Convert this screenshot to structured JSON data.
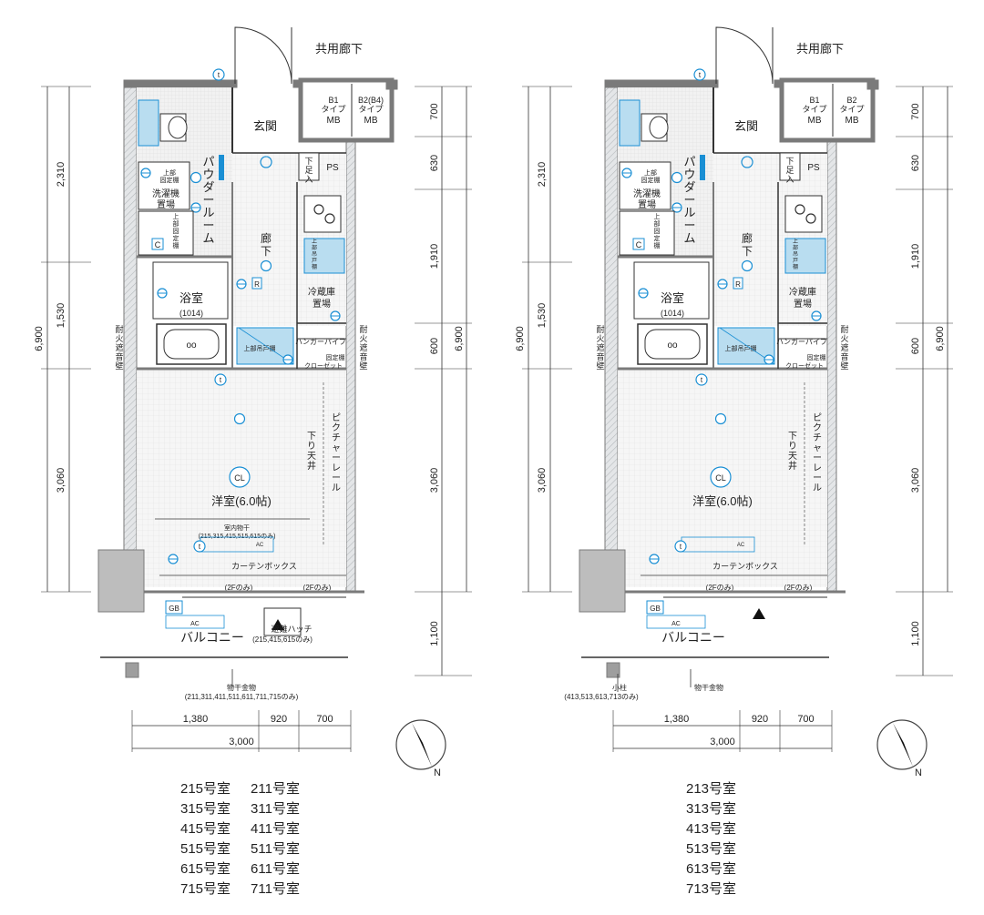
{
  "colors": {
    "wall": "#7a7a7a",
    "hatch": "#cfd3d6",
    "floor_grid": "#eeeeee",
    "accent_blue": "#1a8fd4",
    "storage_fill": "#b9ddf0",
    "line": "#333333"
  },
  "icons": [
    "compass-arrow-icon",
    "lighting-fixture-icon",
    "outlet-icon",
    "ventilation-icon"
  ],
  "plans": [
    {
      "id": "left",
      "corridor": "共用廊下",
      "mb": [
        {
          "type": "B1",
          "sub": "タイプ",
          "label": "MB"
        },
        {
          "type": "B2(B4)",
          "sub": "タイプ",
          "label": "MB"
        }
      ],
      "rooms": {
        "entrance": "玄関",
        "shoe_storage": "下足入",
        "ps": "PS",
        "powder": "パウダールーム",
        "hall": "廊下",
        "washer": "洗濯機置場",
        "washer_shelf": "上部固定棚",
        "upper_shelf": "上部固定棚",
        "upper_cabinet": "上部吊戸棚",
        "fridge": "冷蔵庫置場",
        "bath": "浴室",
        "bath_size": "(1014)",
        "hanger": "ハンガーパイプ",
        "closet_shelf": "固定棚",
        "closet": "クローゼット",
        "upper_cabinet2": "上部吊戸棚",
        "fire_wall_left": "耐火遮音壁",
        "fire_wall_right": "耐火遮音壁",
        "picture_rail": "ピクチャーレール",
        "lowered_ceiling": "下り天井",
        "western": "洋室(6.0帖)",
        "cl": "CL",
        "dryer": "室内物干",
        "dryer_note": "(215,315,415,515,615のみ)",
        "curtain_box": "カーテンボックス",
        "only_2f_left": "(2Fのみ)",
        "only_2f_right": "(2Fのみ)",
        "balcony": "バルコニー",
        "gb": "GB",
        "ac": "AC",
        "hatch": "避難ハッチ",
        "hatch_note": "(215,415,615のみ)",
        "hanger_metal": "物干金物",
        "hanger_metal_note": "(211,311,411,511,611,711,715のみ)"
      },
      "dims_left": [
        "2,310",
        "1,530",
        "3,060"
      ],
      "dims_left_total": "6,900",
      "dims_right": [
        "700",
        "630",
        "1,910",
        "600",
        "3,060",
        "1,100"
      ],
      "dims_right_total": "6,900",
      "dims_bottom": [
        "1,380",
        "920",
        "700"
      ],
      "dims_bottom_total": "3,000",
      "unit_labels": [
        [
          "215号室",
          "211号室"
        ],
        [
          "315号室",
          "311号室"
        ],
        [
          "415号室",
          "411号室"
        ],
        [
          "515号室",
          "511号室"
        ],
        [
          "615号室",
          "611号室"
        ],
        [
          "715号室",
          "711号室"
        ]
      ],
      "compass": "N"
    },
    {
      "id": "right",
      "corridor": "共用廊下",
      "mb": [
        {
          "type": "B1",
          "sub": "タイプ",
          "label": "MB"
        },
        {
          "type": "B2",
          "sub": "タイプ",
          "label": "MB"
        }
      ],
      "rooms": {
        "entrance": "玄関",
        "shoe_storage": "下足入",
        "ps": "PS",
        "powder": "パウダールーム",
        "hall": "廊下",
        "washer": "洗濯機置場",
        "washer_shelf": "上部固定棚",
        "upper_shelf": "上部固定棚",
        "upper_cabinet": "上部吊戸棚",
        "fridge": "冷蔵庫置場",
        "bath": "浴室",
        "bath_size": "(1014)",
        "hanger": "ハンガーパイプ",
        "closet_shelf": "固定棚",
        "closet": "クローゼット",
        "upper_cabinet2": "上部吊戸棚",
        "fire_wall_left": "耐火遮音壁",
        "fire_wall_right": "耐火遮音壁",
        "picture_rail": "ピクチャーレール",
        "lowered_ceiling": "下り天井",
        "western": "洋室(6.0帖)",
        "cl": "CL",
        "curtain_box": "カーテンボックス",
        "only_2f_left": "(2Fのみ)",
        "only_2f_right": "(2Fのみ)",
        "balcony": "バルコニー",
        "gb": "GB",
        "ac": "AC",
        "pillar": "小柱",
        "pillar_note": "(413,513,613,713のみ)",
        "hanger_metal": "物干金物"
      },
      "dims_left": [
        "2,310",
        "1,530",
        "3,060"
      ],
      "dims_left_total": "6,900",
      "dims_right": [
        "700",
        "630",
        "1,910",
        "600",
        "3,060",
        "1,100"
      ],
      "dims_right_total": "6,900",
      "dims_bottom": [
        "1,380",
        "920",
        "700"
      ],
      "dims_bottom_total": "3,000",
      "unit_labels": [
        [
          "213号室"
        ],
        [
          "313号室"
        ],
        [
          "413号室"
        ],
        [
          "513号室"
        ],
        [
          "613号室"
        ],
        [
          "713号室"
        ]
      ],
      "compass": "N"
    }
  ]
}
